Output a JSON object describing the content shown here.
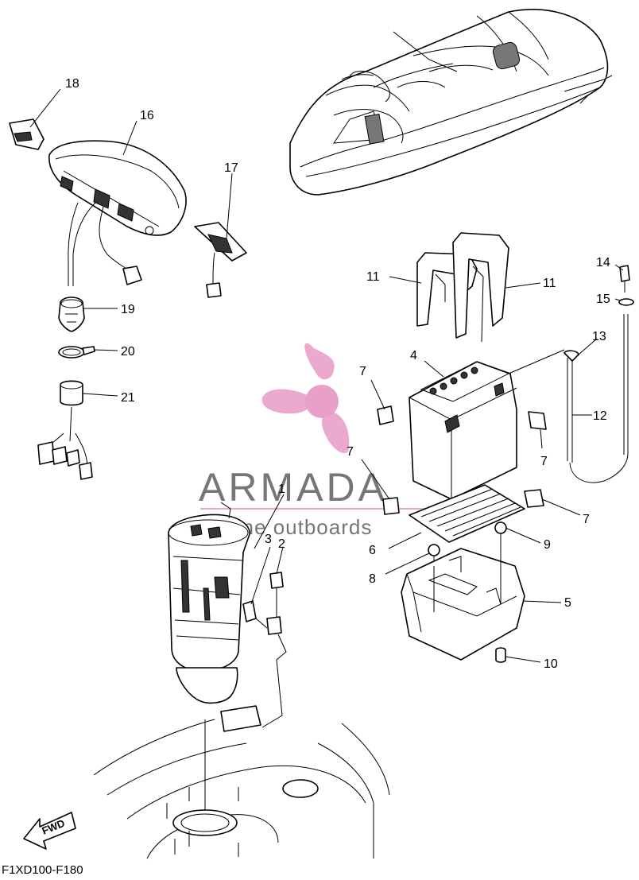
{
  "diagram_code": "F1XD100-F180",
  "fwd_label": "FWD",
  "watermark": {
    "brand": "ARMADA",
    "tagline": "marine outboards",
    "accent_color": "#e8a0c8",
    "text_color": "#555555"
  },
  "callouts": {
    "c1": "1",
    "c2": "2",
    "c3": "3",
    "c4": "4",
    "c5": "5",
    "c6": "6",
    "c7a": "7",
    "c7b": "7",
    "c7c": "7",
    "c7d": "7",
    "c8": "8",
    "c9": "9",
    "c10": "10",
    "c11a": "11",
    "c11b": "11",
    "c12": "12",
    "c13": "13",
    "c14": "14",
    "c15": "15",
    "c16": "16",
    "c17": "17",
    "c18": "18",
    "c19": "19",
    "c20": "20",
    "c21": "21"
  }
}
